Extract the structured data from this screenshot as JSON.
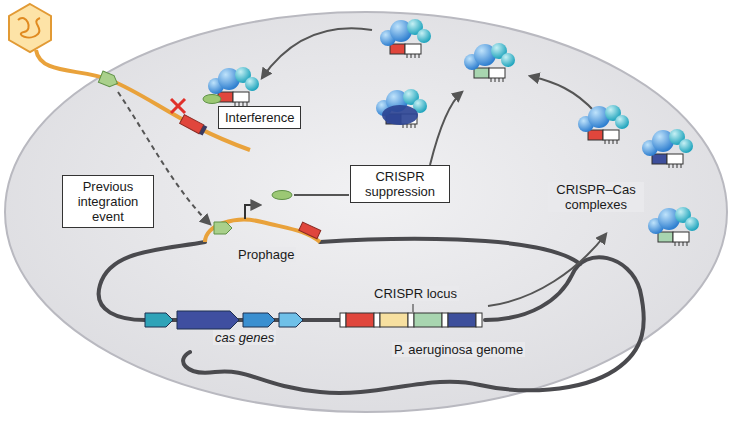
{
  "diagram": {
    "nodes": [
      {
        "text": [
          "Interference"
        ]
      },
      {
        "text": [
          "CRISPR suppression"
        ]
      },
      {
        "text": [
          "Previous integration event"
        ]
      }
    ],
    "labels": [
      "CRISPR–Cas complexes",
      "Prophage",
      "CRISPR locus",
      "cas genes",
      "P. aeruginosa genome"
    ]
  }
}
